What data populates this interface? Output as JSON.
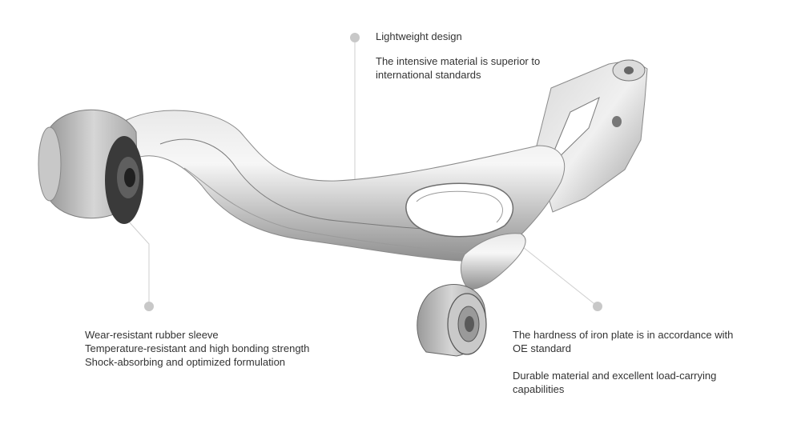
{
  "features": {
    "lightweight": {
      "title": "Lightweight design",
      "line1": "The intensive material is superior to",
      "line2": "international standards"
    },
    "rubber_sleeve": {
      "line1": "Wear-resistant rubber sleeve",
      "line2": "Temperature-resistant and high bonding strength",
      "line3": "Shock-absorbing and optimized formulation"
    },
    "iron_plate": {
      "line1": "The hardness of iron plate is in accordance with",
      "line2": "OE standard",
      "line3": "Durable material and excellent load-carrying",
      "line4": "capabilities"
    }
  },
  "colors": {
    "text": "#333333",
    "marker": "#c8c8c8",
    "leader": "#cfcfcf",
    "metal_light": "#f2f2f2",
    "metal_dark": "#8a8a8a",
    "rubber": "#3a3a3a"
  }
}
